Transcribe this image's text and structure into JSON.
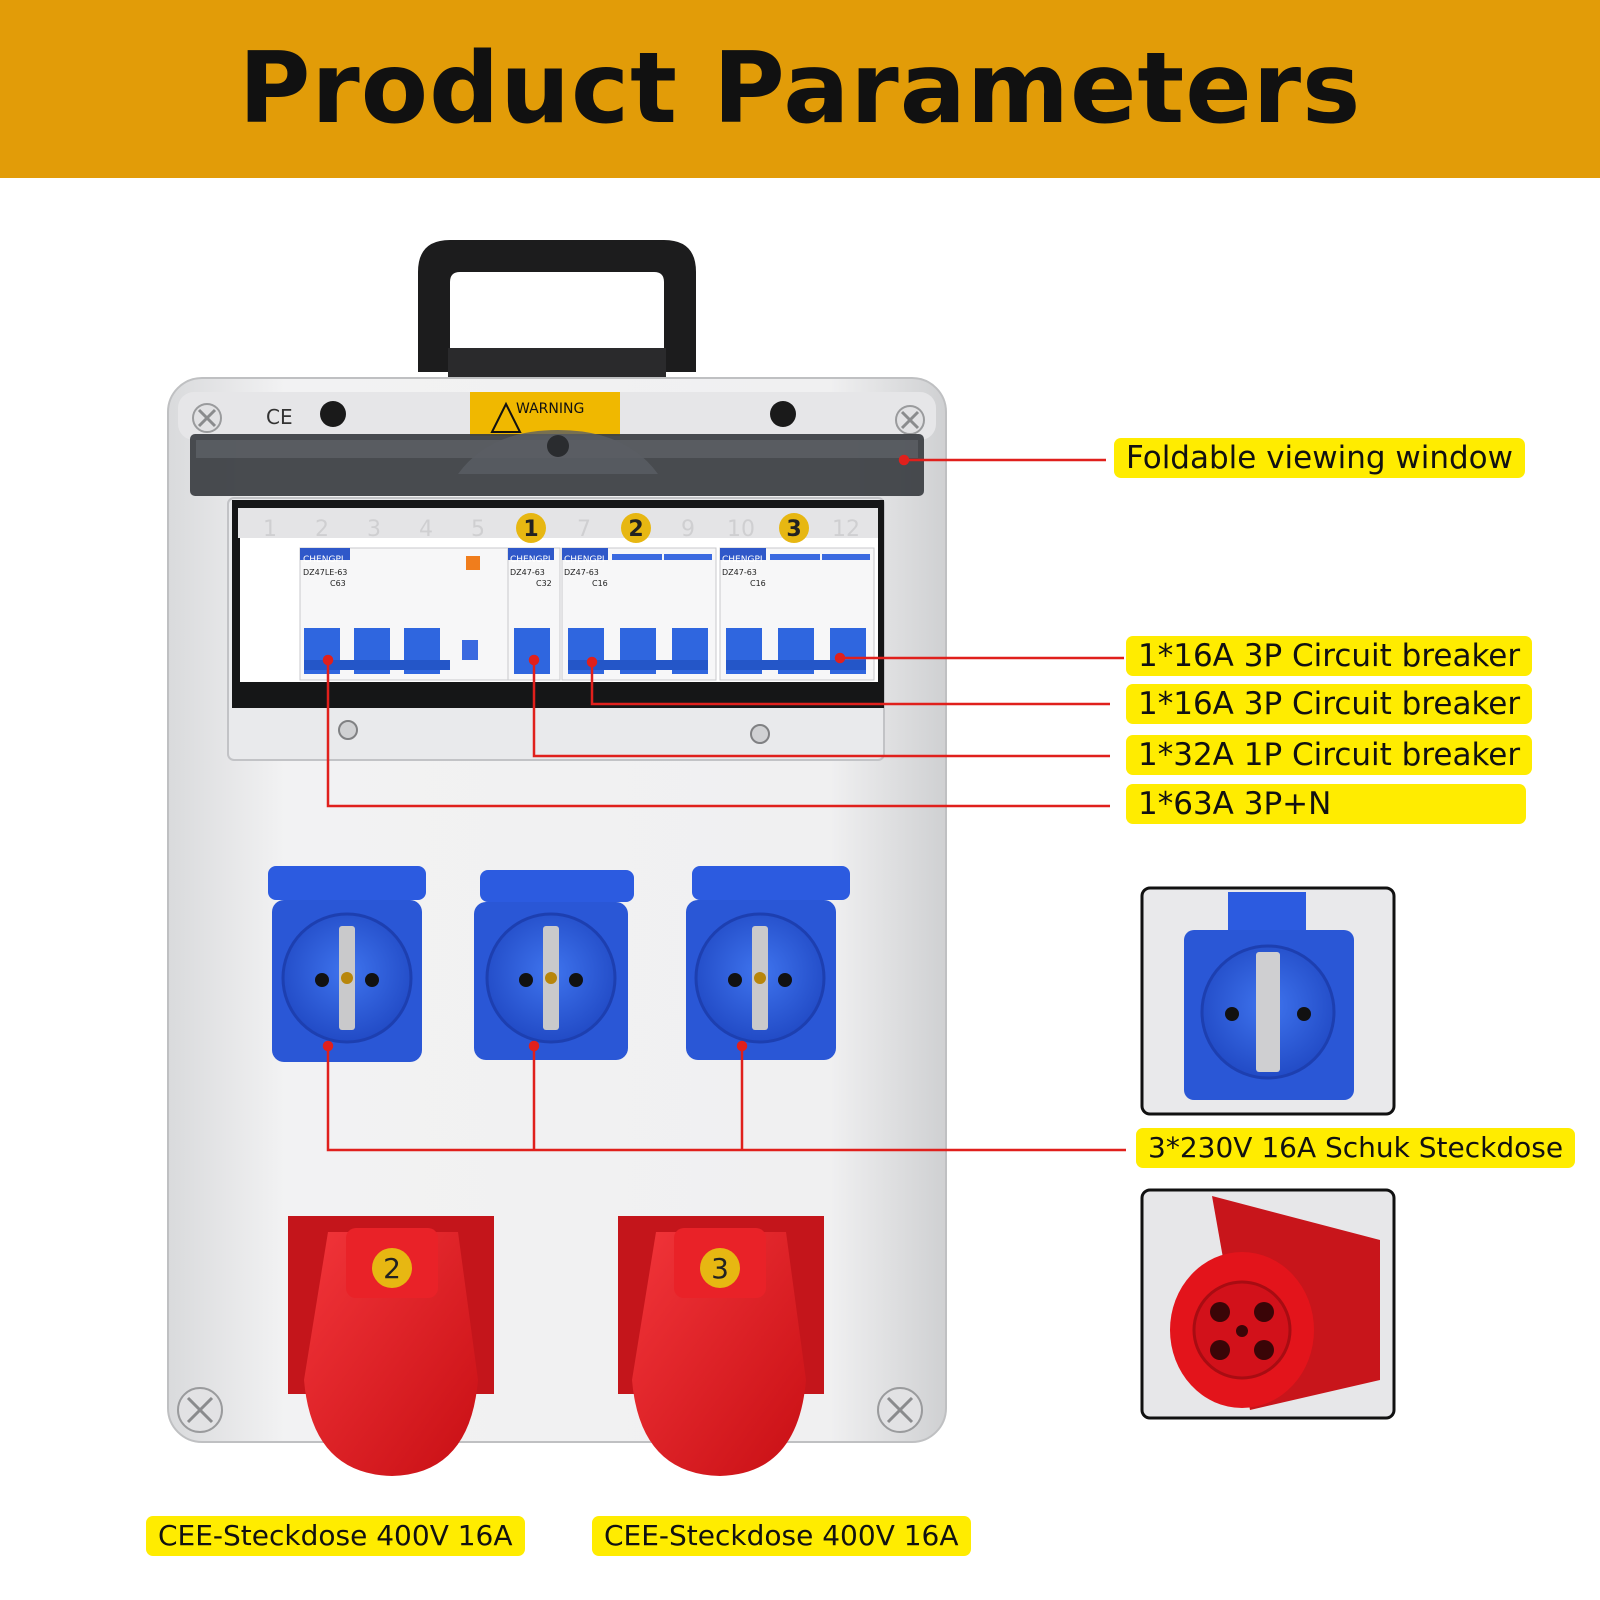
{
  "header": {
    "title": "Product Parameters"
  },
  "callouts": {
    "window": "Foldable viewing window",
    "breaker_a": "1*16A 3P Circuit breaker",
    "breaker_b": "1*16A 3P Circuit breaker",
    "breaker_c": "1*32A 1P Circuit breaker",
    "main": "1*63A 3P+N",
    "schuko": "3*230V 16A Schuk Steckdose",
    "cee_left": "CEE-Steckdose 400V 16A",
    "cee_right": "CEE-Steckdose 400V 16A"
  },
  "device": {
    "ce_mark": "CE",
    "warning": "WARNING",
    "brand": "CHENGPI",
    "models": [
      "DZ47LE-63",
      "DZ47-63",
      "DZ47-63",
      "DZ47-63"
    ],
    "ratings": [
      "C63",
      "C32",
      "C16",
      "C16"
    ],
    "module_numbers": [
      "1",
      "2",
      "3",
      "4",
      "5",
      "1",
      "7",
      "2",
      "9",
      "10",
      "3",
      "12"
    ],
    "cee_numbers": [
      "2",
      "3"
    ]
  },
  "colors": {
    "header_bg": "#e29c08",
    "label_bg": "#ffec00",
    "leader_line": "#e0201c",
    "socket_blue": "#2a57d6",
    "cee_red": "#e3141b"
  }
}
